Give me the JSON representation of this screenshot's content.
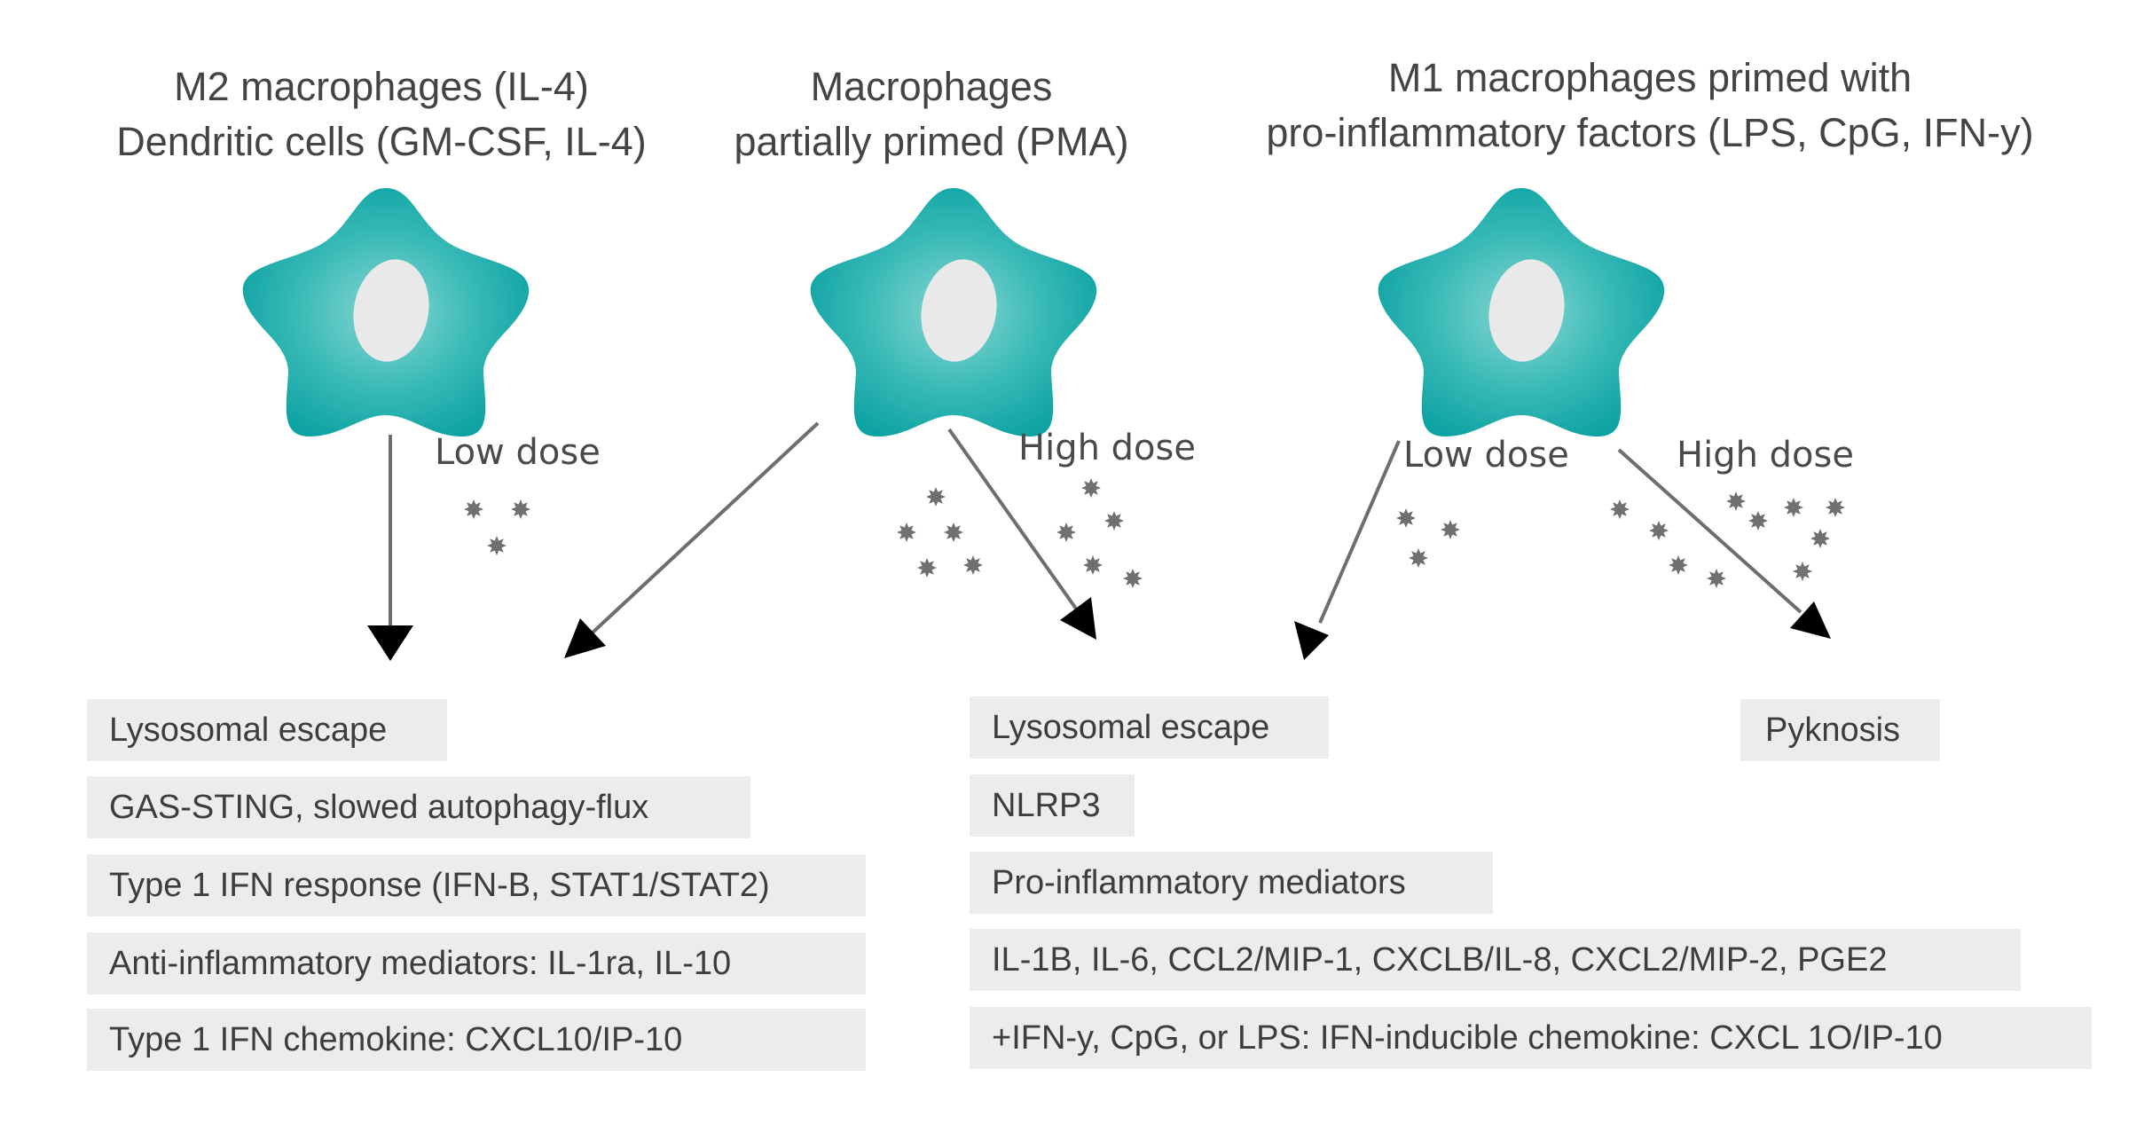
{
  "titles": {
    "m2": [
      "M2 macrophages (IL-4)",
      "Dendritic cells (GM-CSF, IL-4)"
    ],
    "pma": [
      "Macrophages",
      "partially primed (PMA)"
    ],
    "m1": [
      "M1 macrophages primed with",
      "pro-inflammatory factors (LPS, CpG, IFN-y)"
    ]
  },
  "doses": {
    "m2_low": "Low dose",
    "pma_high": "High dose",
    "m1_low": "Low dose",
    "m1_high": "High dose"
  },
  "left_outcomes": [
    "Lysosomal escape",
    "GAS-STING, slowed autophagy-flux",
    "Type 1 IFN response (IFN-B, STAT1/STAT2)",
    "Anti-inflammatory mediators: IL-1ra, IL-10",
    "Type 1 IFN chemokine: CXCL10/IP-10"
  ],
  "right_outcomes": [
    "Lysosomal escape",
    "NLRP3",
    "Pro-inflammatory mediators",
    "IL-1B, IL-6, CCL2/MIP-1, CXCLB/IL-8, CXCL2/MIP-2, PGE2",
    "+IFN-y, CpG, or LPS: IFN-inducible chemokine: CXCL 1O/IP-10"
  ],
  "pyknosis": "Pyknosis",
  "colors": {
    "cell_center": "#7fd1cf",
    "cell_edge": "#0fa3a3",
    "nucleus": "#e9e9e9",
    "particle": "#707070",
    "arrow_line": "#6e6e6e",
    "arrow_head": "#000000",
    "box_fill": "#ececec"
  }
}
